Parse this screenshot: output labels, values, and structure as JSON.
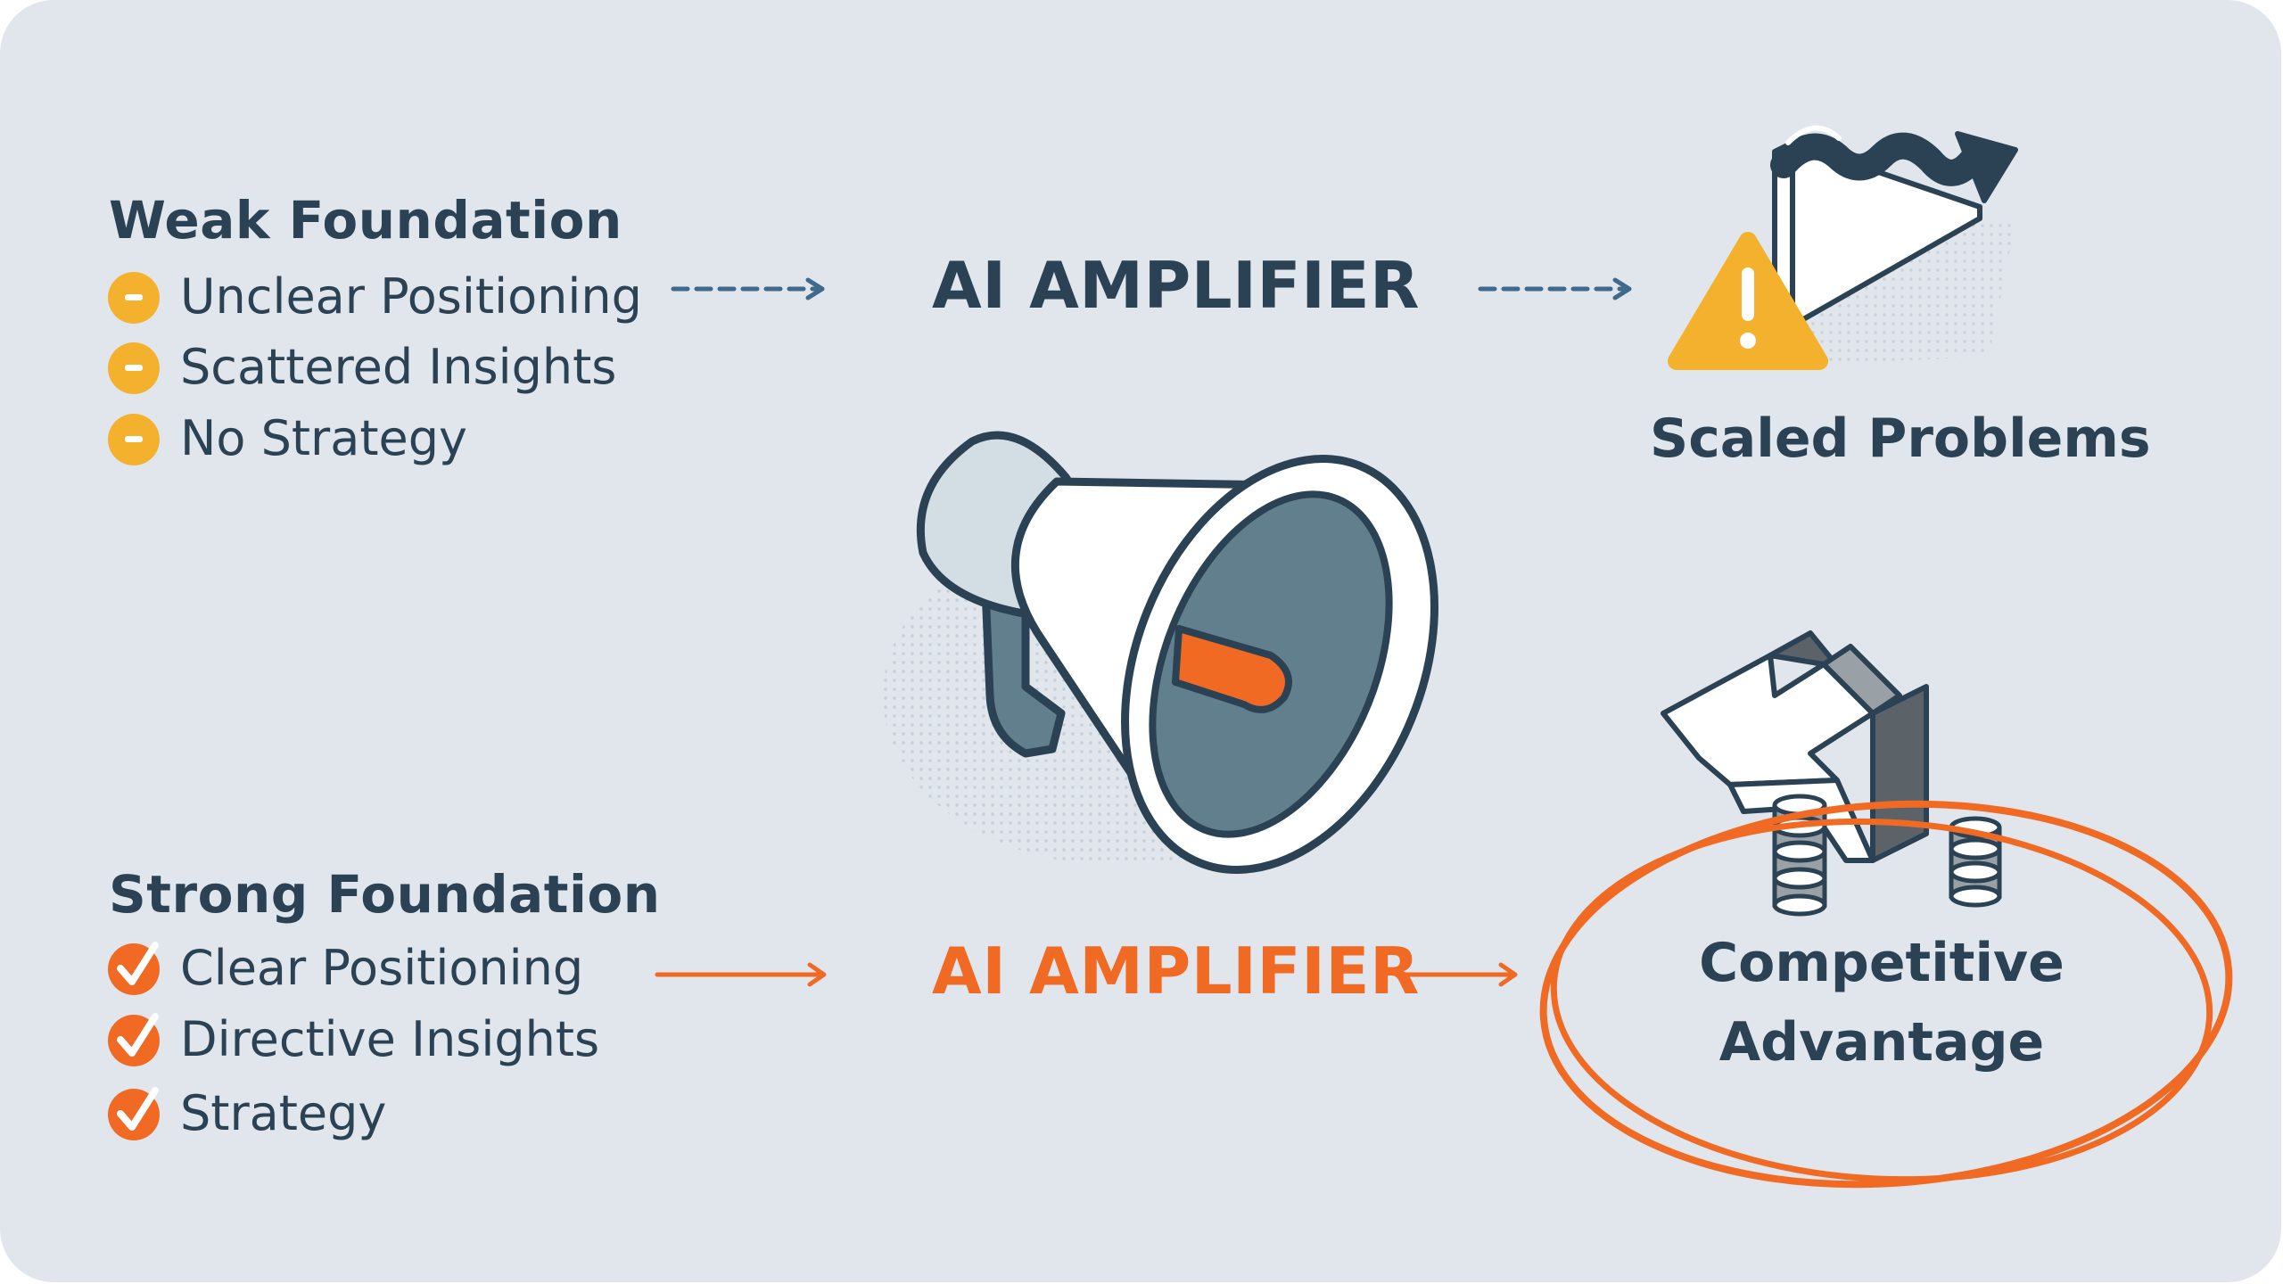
{
  "weak": {
    "heading": "Weak Foundation",
    "items": [
      "Unclear Positioning",
      "Scattered Insights",
      "No Strategy"
    ],
    "marker_icon": "minus-circle-icon"
  },
  "strong": {
    "heading": "Strong Foundation",
    "items": [
      "Clear Positioning",
      "Directive Insights",
      "Strategy"
    ],
    "marker_icon": "check-circle-icon"
  },
  "amplifier": {
    "top_label": "AI AMPLIFIER",
    "bottom_label": "AI AMPLIFIER",
    "icon": "megaphone-icon"
  },
  "outcomes": {
    "top": {
      "label": "Scaled Problems",
      "icon": "warning-chart-icon"
    },
    "bottom": {
      "label_line1": "Competitive",
      "label_line2": "Advantage",
      "icon": "growth-arrow-coins-icon"
    }
  },
  "colors": {
    "background": "#e0e6ec",
    "navy": "#2b4254",
    "orange": "#f06a24",
    "amber": "#f4b12e",
    "steel": "#627f8e",
    "arrow_blue": "#3f6a8c"
  }
}
